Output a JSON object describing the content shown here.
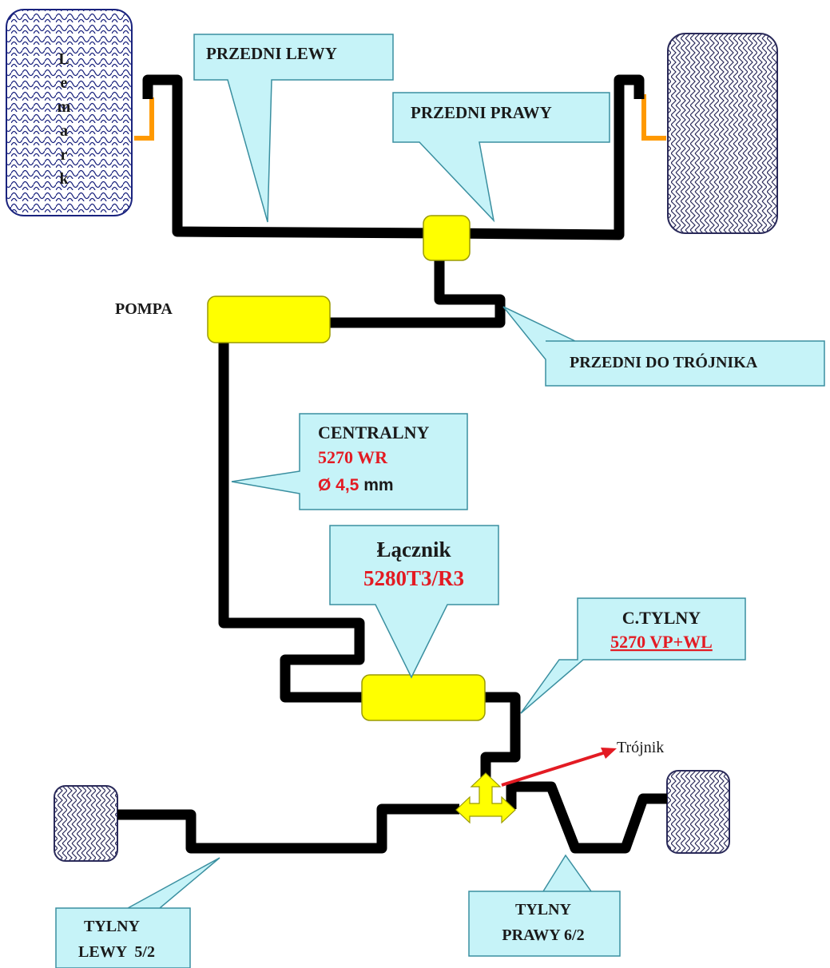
{
  "wheel_text": "Lemark",
  "labels": {
    "przedni_lewy": "PRZEDNI LEWY",
    "przedni_prawy": "PRZEDNI PRAWY",
    "pompa": "POMPA",
    "przedni_do_trojnika": "PRZEDNI DO TRÓJNIKA",
    "centralny": {
      "title": "CENTRALNY",
      "code": "5270 WR",
      "diameter_value": "Ø 4,5",
      "diameter_unit": " mm"
    },
    "lacznik": {
      "title": "Łącznik",
      "code": "5280T3/R3"
    },
    "c_tylny": {
      "title": "C.TYLNY",
      "code": "5270 VP+WL"
    },
    "trojnik": "Trójnik",
    "tylny_lewy": {
      "line1": "TYLNY",
      "line2": "LEWY  5/2"
    },
    "tylny_prawy": {
      "line1": "TYLNY",
      "line2": "PRAWY 6/2"
    }
  },
  "colors": {
    "pipe": "#000000",
    "component": "#ffff00",
    "callout_fill": "#c6f3f8",
    "callout_border": "#3a8fa0",
    "accent_red": "#e31b23",
    "wheel_pattern": "#1a237e",
    "brake_connector": "#ff9900"
  }
}
